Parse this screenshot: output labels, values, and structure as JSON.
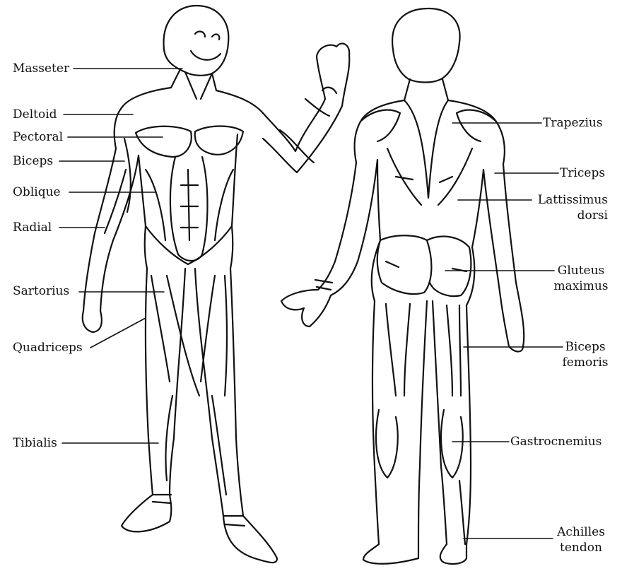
{
  "diagram": {
    "line_color": "#111111",
    "background": "#ffffff",
    "front_view": {
      "labels": {
        "masseter": "Masseter",
        "deltoid": "Deltoid",
        "pectoral": "Pectoral",
        "biceps": "Biceps",
        "oblique": "Oblique",
        "radial": "Radial",
        "sartorius": "Sartorius",
        "quadriceps": "Quadriceps",
        "tibialis": "Tibialis"
      }
    },
    "back_view": {
      "labels": {
        "trapezius": "Trapezius",
        "triceps": "Triceps",
        "latissimus_line1": "Lattissimus",
        "latissimus_line2": "dorsi",
        "gluteus_line1": "Gluteus",
        "gluteus_line2": "maximus",
        "biceps_femoris_line1": "Biceps",
        "biceps_femoris_line2": "femoris",
        "gastrocnemius": "Gastrocnemius",
        "achilles_line1": "Achilles",
        "achilles_line2": "tendon"
      }
    }
  }
}
